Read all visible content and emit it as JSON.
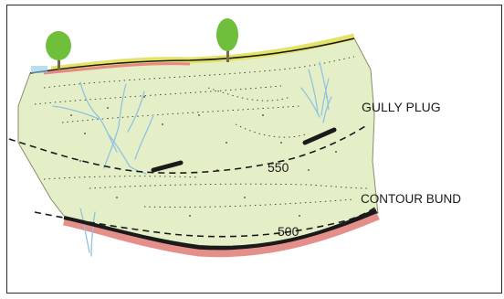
{
  "labels": {
    "gully_plug": "GULLY PLUG",
    "contour_550": "550",
    "contour_bund": "CONTOUR BUND",
    "contour_500": "500"
  },
  "colors": {
    "land": "#e4efc8",
    "top_band": "#e3e36a",
    "top_band_pink": "#e88a84",
    "bottom_band": "#e58f8a",
    "tree_green": "#6fbe3c",
    "trunk": "#7a6a4a",
    "stream": "#8fc3e0",
    "contour_line": "#1a1a1a",
    "structure": "#1a1a1a"
  },
  "icons": [
    "tree-icon",
    "tree-icon"
  ]
}
